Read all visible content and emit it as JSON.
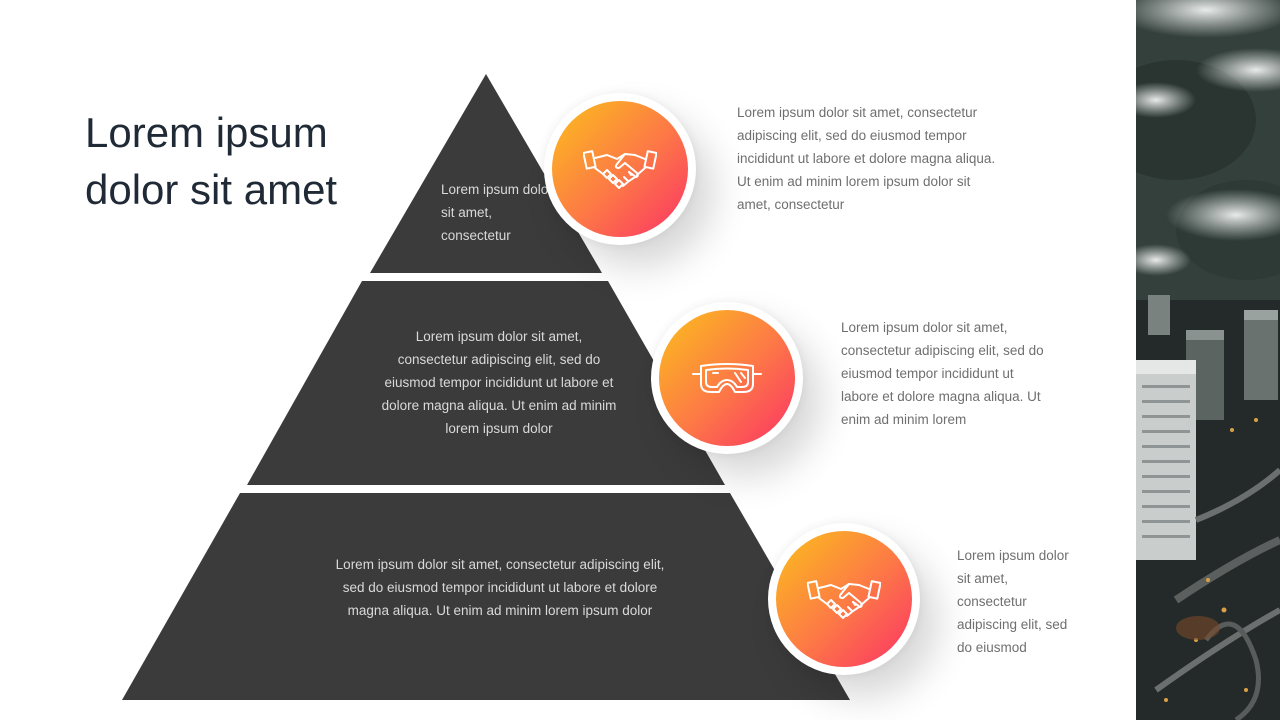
{
  "title": {
    "line1": "Lorem ipsum",
    "line2": "dolor sit amet"
  },
  "tiers": [
    {
      "text_lines": [
        "Lorem ipsum dolor",
        "sit amet,",
        "consectetur"
      ]
    },
    {
      "text_lines": [
        "Lorem ipsum dolor sit amet,",
        "consectetur adipiscing elit, sed do",
        "eiusmod tempor incididunt ut labore et",
        "dolore magna aliqua. Ut enim ad minim",
        "lorem ipsum dolor"
      ]
    },
    {
      "text_lines": [
        "Lorem ipsum dolor sit amet, consectetur adipiscing elit,",
        "sed do eiusmod tempor incididunt ut labore et dolore",
        "magna aliqua. Ut enim ad minim lorem ipsum dolor"
      ]
    }
  ],
  "badges": [
    {
      "icon": "handshake-icon"
    },
    {
      "icon": "goggles-icon"
    },
    {
      "icon": "handshake-icon"
    }
  ],
  "side_texts": [
    {
      "lines": [
        "Lorem ipsum dolor sit amet, consectetur",
        "adipiscing elit, sed do eiusmod tempor",
        "incididunt ut labore et dolore magna aliqua.",
        "Ut enim ad minim lorem ipsum dolor sit",
        "amet, consectetur"
      ]
    },
    {
      "lines": [
        "Lorem ipsum dolor sit amet,",
        "consectetur adipiscing elit, sed do",
        "eiusmod tempor incididunt ut",
        "labore et dolore magna aliqua. Ut",
        "enim ad minim lorem"
      ]
    },
    {
      "lines": [
        "Lorem ipsum dolor",
        "sit amet,",
        "consectetur",
        "adipiscing elit, sed",
        "do eiusmod"
      ]
    }
  ],
  "colors": {
    "pyramid": "#3b3b3b",
    "gradient_start": "#fbbf1c",
    "gradient_end": "#fb3266",
    "title": "#1f2a36",
    "body_text": "#6f6f6f"
  },
  "photo": {
    "subject": "aerial-city-photo"
  }
}
